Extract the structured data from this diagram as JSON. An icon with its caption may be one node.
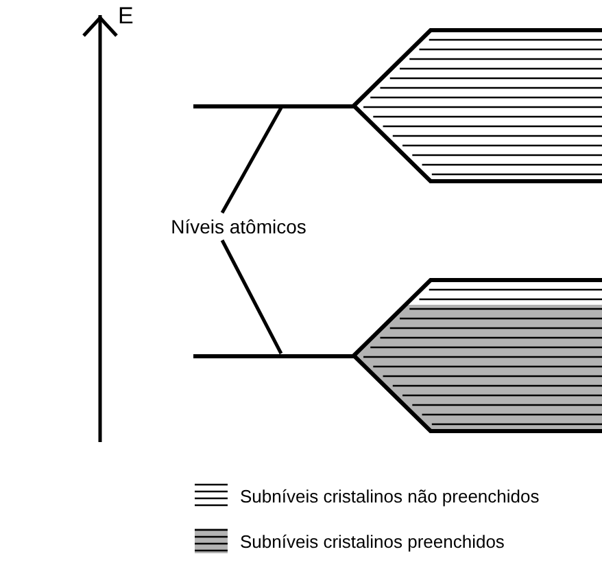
{
  "diagram": {
    "nodes": [
      {
        "text": [
          "Níveis atômicos"
        ]
      },
      {
        "text": [],
        "shape": "line"
      },
      {
        "text": [],
        "shape": "line"
      }
    ],
    "edges": [
      {
        "from": 0,
        "to": 1,
        "arrow": "none"
      },
      {
        "from": 0,
        "to": 2,
        "arrow": "none"
      }
    ],
    "labels": [
      "E"
    ],
    "legend": [
      {
        "text": "Subníveis cristalinos não preenchidos"
      },
      {
        "text": "Subníveis cristalinos preenchidos"
      }
    ]
  }
}
